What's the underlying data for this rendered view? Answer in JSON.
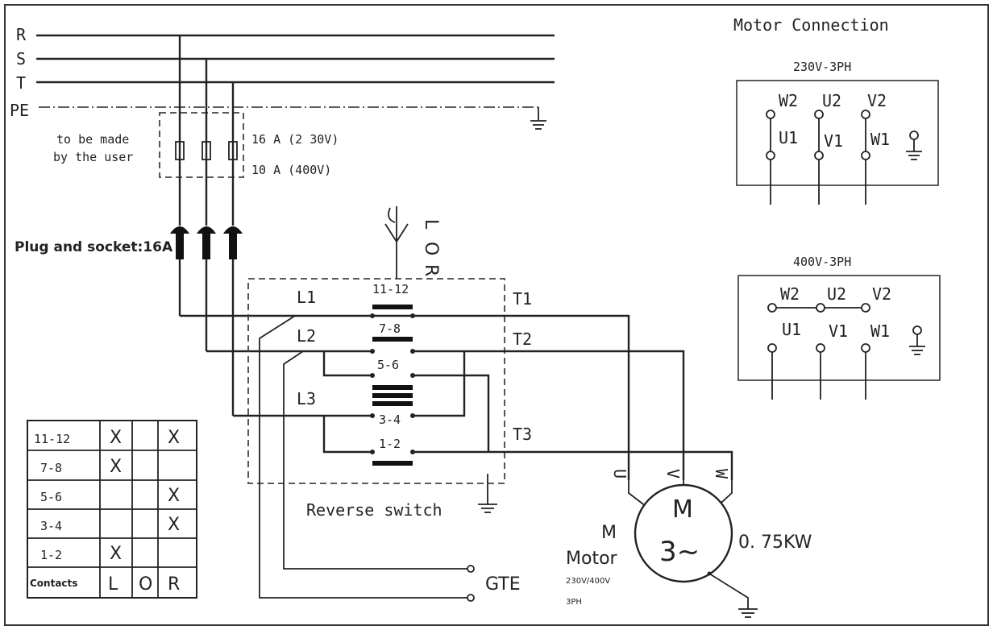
{
  "supply": {
    "lines": [
      "R",
      "S",
      "T",
      "PE"
    ],
    "user_note_line1": "to be made",
    "user_note_line2": "by the user",
    "fuse_230": "16 A (2 30V)",
    "fuse_400": "10 A (400V)",
    "plug_label": "Plug and socket:16A"
  },
  "switch": {
    "selector_letters": [
      "L",
      "O",
      "R"
    ],
    "inputs": [
      "L1",
      "L2",
      "L3"
    ],
    "outputs": [
      "T1",
      "T2",
      "T3"
    ],
    "contacts": [
      "11-12",
      "7-8",
      "5-6",
      "3-4",
      "1-2"
    ],
    "label": "Reverse switch"
  },
  "motor": {
    "phases": [
      "U",
      "V",
      "W"
    ],
    "symbol_letter": "M",
    "symbol_phase": "3~",
    "power": "0. 75KW",
    "side_letter": "M",
    "name": "Motor",
    "voltage": "230V∕400V",
    "phase": "3PH"
  },
  "gte_label": "GTE",
  "motor_connection": {
    "title": "Motor Connection",
    "box_230": {
      "title": "230V-3PH",
      "top": [
        "W2",
        "U2",
        "V2"
      ],
      "bottom": [
        "U1",
        "V1",
        "W1"
      ]
    },
    "box_400": {
      "title": "400V-3PH",
      "top": [
        "W2",
        "U2",
        "V2"
      ],
      "bottom": [
        "U1",
        "V1",
        "W1"
      ]
    }
  },
  "contact_table": {
    "columns": [
      "Contacts",
      "L",
      "O",
      "R"
    ],
    "rows": [
      {
        "contact": "11-12",
        "L": "X",
        "O": "",
        "R": "X"
      },
      {
        "contact": "7-8",
        "L": "X",
        "O": "",
        "R": ""
      },
      {
        "contact": "5-6",
        "L": "",
        "O": "",
        "R": "X"
      },
      {
        "contact": "3-4",
        "L": "",
        "O": "",
        "R": "X"
      },
      {
        "contact": "1-2",
        "L": "X",
        "O": "",
        "R": ""
      }
    ]
  }
}
